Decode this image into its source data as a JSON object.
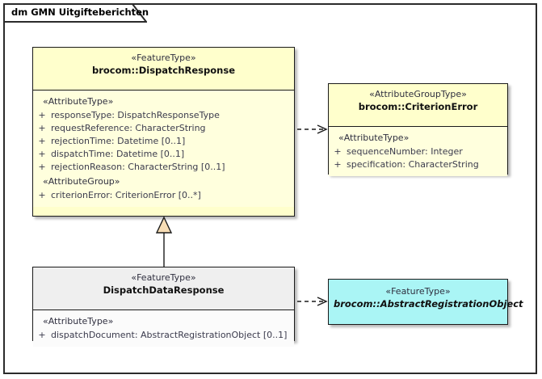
{
  "frame": {
    "title": "dm GMN Uitgifteberichten",
    "border_color": "#2b2b2b"
  },
  "palette": {
    "class_yellow": "#ffffcc",
    "class_yellow_body": "#ffffdd",
    "class_grey_header": "#efefef",
    "class_white_body": "#fbfbfb",
    "class_cyan": "#aaf5f5",
    "border": "#1a1a1a",
    "text": "#3b3b4d",
    "generalization_fill": "#f7ddb5"
  },
  "classes": {
    "dispatch_response": {
      "stereotype": "«FeatureType»",
      "name": "brocom::DispatchResponse",
      "abstract": false,
      "groups": [
        {
          "label": "«AttributeType»",
          "attributes": [
            {
              "visibility": "+",
              "text": "responseType: DispatchResponseType"
            },
            {
              "visibility": "+",
              "text": "requestReference: CharacterString"
            },
            {
              "visibility": "+",
              "text": "rejectionTime: Datetime [0..1]"
            },
            {
              "visibility": "+",
              "text": "dispatchTime: Datetime [0..1]"
            },
            {
              "visibility": "+",
              "text": "rejectionReason: CharacterString [0..1]"
            }
          ]
        },
        {
          "label": "«AttributeGroup»",
          "attributes": [
            {
              "visibility": "+",
              "text": "criterionError: CriterionError [0..*]"
            }
          ]
        }
      ]
    },
    "criterion_error": {
      "stereotype": "«AttributeGroupType»",
      "name": "brocom::CriterionError",
      "abstract": false,
      "groups": [
        {
          "label": "«AttributeType»",
          "attributes": [
            {
              "visibility": "+",
              "text": "sequenceNumber: Integer"
            },
            {
              "visibility": "+",
              "text": "specification: CharacterString"
            }
          ]
        }
      ]
    },
    "dispatch_data_response": {
      "stereotype": "«FeatureType»",
      "name": "DispatchDataResponse",
      "abstract": false,
      "groups": [
        {
          "label": "«AttributeType»",
          "attributes": [
            {
              "visibility": "+",
              "text": "dispatchDocument: AbstractRegistrationObject [0..1]"
            }
          ]
        }
      ]
    },
    "abstract_registration_object": {
      "stereotype": "«FeatureType»",
      "name": "brocom::AbstractRegistrationObject",
      "abstract": true,
      "groups": []
    }
  },
  "connectors": [
    {
      "id": "dispatchresponse-to-criterionerror",
      "type": "dependency",
      "style": "dashed-open-arrow",
      "from": "dispatch_response",
      "to": "criterion_error",
      "label": ""
    },
    {
      "id": "dispatchdataresponse-generalizes-dispatchresponse",
      "type": "generalization",
      "style": "solid-hollow-triangle",
      "from": "dispatch_data_response",
      "to": "dispatch_response",
      "label": ""
    },
    {
      "id": "dispatchdataresponse-to-abstractregistrationobject",
      "type": "dependency",
      "style": "dashed-open-arrow",
      "from": "dispatch_data_response",
      "to": "abstract_registration_object",
      "label": ""
    }
  ]
}
